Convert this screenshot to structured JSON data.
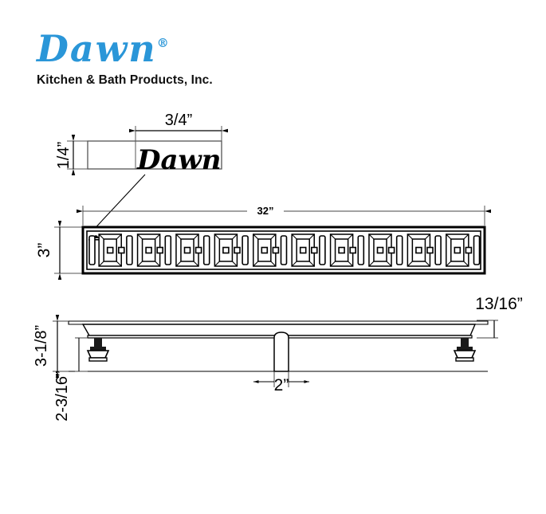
{
  "brand": {
    "wordmark": "Dawn",
    "registered_mark": "®",
    "tagline": "Kitchen & Bath Products, Inc.",
    "wordmark_color": "#2a96d8",
    "tagline_color": "#111111"
  },
  "drawing": {
    "title": "Linear shower drain technical drawing",
    "line_color": "#000000",
    "detail_callout": {
      "name": "dawn-logo-detail",
      "width_dim": "3/4”",
      "height_dim": "1/4”",
      "label": "Dawn"
    },
    "top_view": {
      "name": "grate-top-view",
      "length_dim": "32”",
      "width_dim": "3”",
      "pattern_units": 10,
      "center_square_count": 21
    },
    "side_view": {
      "name": "drain-side-view",
      "lip_thickness_dim": "13/16”",
      "overall_height_dim": "3-1/8”",
      "body_depth_dim": "2-3/16”",
      "outlet_dim": "2”",
      "feet_count": 2
    }
  }
}
